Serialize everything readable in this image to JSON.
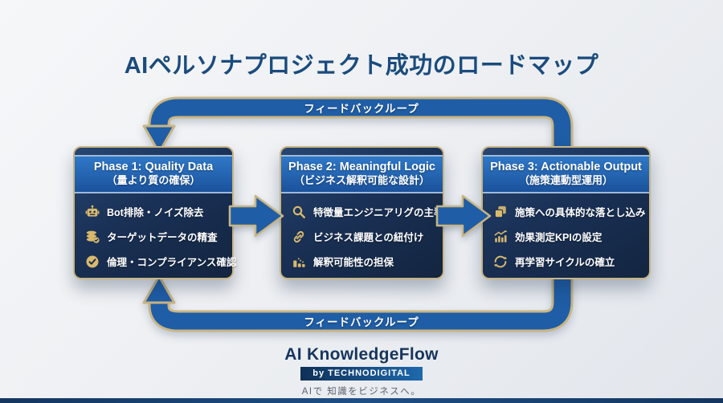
{
  "title": "AIペルソナプロジェクト成功のロードマップ",
  "feedback_loop": {
    "top_label": "フィードバックループ",
    "bottom_label": "フィードバックループ"
  },
  "phases": [
    {
      "title": "Phase 1: Quality Data",
      "subtitle": "（量より質の確保）",
      "items": [
        {
          "icon": "robot-icon",
          "text": "Bot排除・ノイズ除去"
        },
        {
          "icon": "database-check-icon",
          "text": "ターゲットデータの精査"
        },
        {
          "icon": "check-circle-icon",
          "text": "倫理・コンプライアンス確認"
        }
      ]
    },
    {
      "title": "Phase 2: Meaningful Logic",
      "subtitle": "（ビジネス解釈可能な設計）",
      "items": [
        {
          "icon": "magnifier-icon",
          "text": "特徴量エンジニアリグの主導"
        },
        {
          "icon": "link-icon",
          "text": "ビジネス課題との紐付け"
        },
        {
          "icon": "bar-chart-icon",
          "text": "解釈可能性の担保"
        }
      ]
    },
    {
      "title": "Phase 3: Actionable Output",
      "subtitle": "（施策連動型運用）",
      "items": [
        {
          "icon": "copy-icon",
          "text": "施策への具体的な落とし込み"
        },
        {
          "icon": "kpi-chart-icon",
          "text": "効果測定KPIの設定"
        },
        {
          "icon": "refresh-icon",
          "text": "再学習サイクルの確立"
        }
      ]
    }
  ],
  "footer": {
    "brand": "AI KnowledgeFlow",
    "byline": "by TECHNODIGITAL",
    "tagline": "AIで 知識をビジネスへ。"
  },
  "colors": {
    "background": "#eef0f3",
    "title_navy": "#1a4b7d",
    "box_navy": "#16294b",
    "header_blue": "#1e5fae",
    "gold_border": "#c9b583",
    "gold_icon": "#d9b96e",
    "arrow_blue": "#1f5da6"
  }
}
